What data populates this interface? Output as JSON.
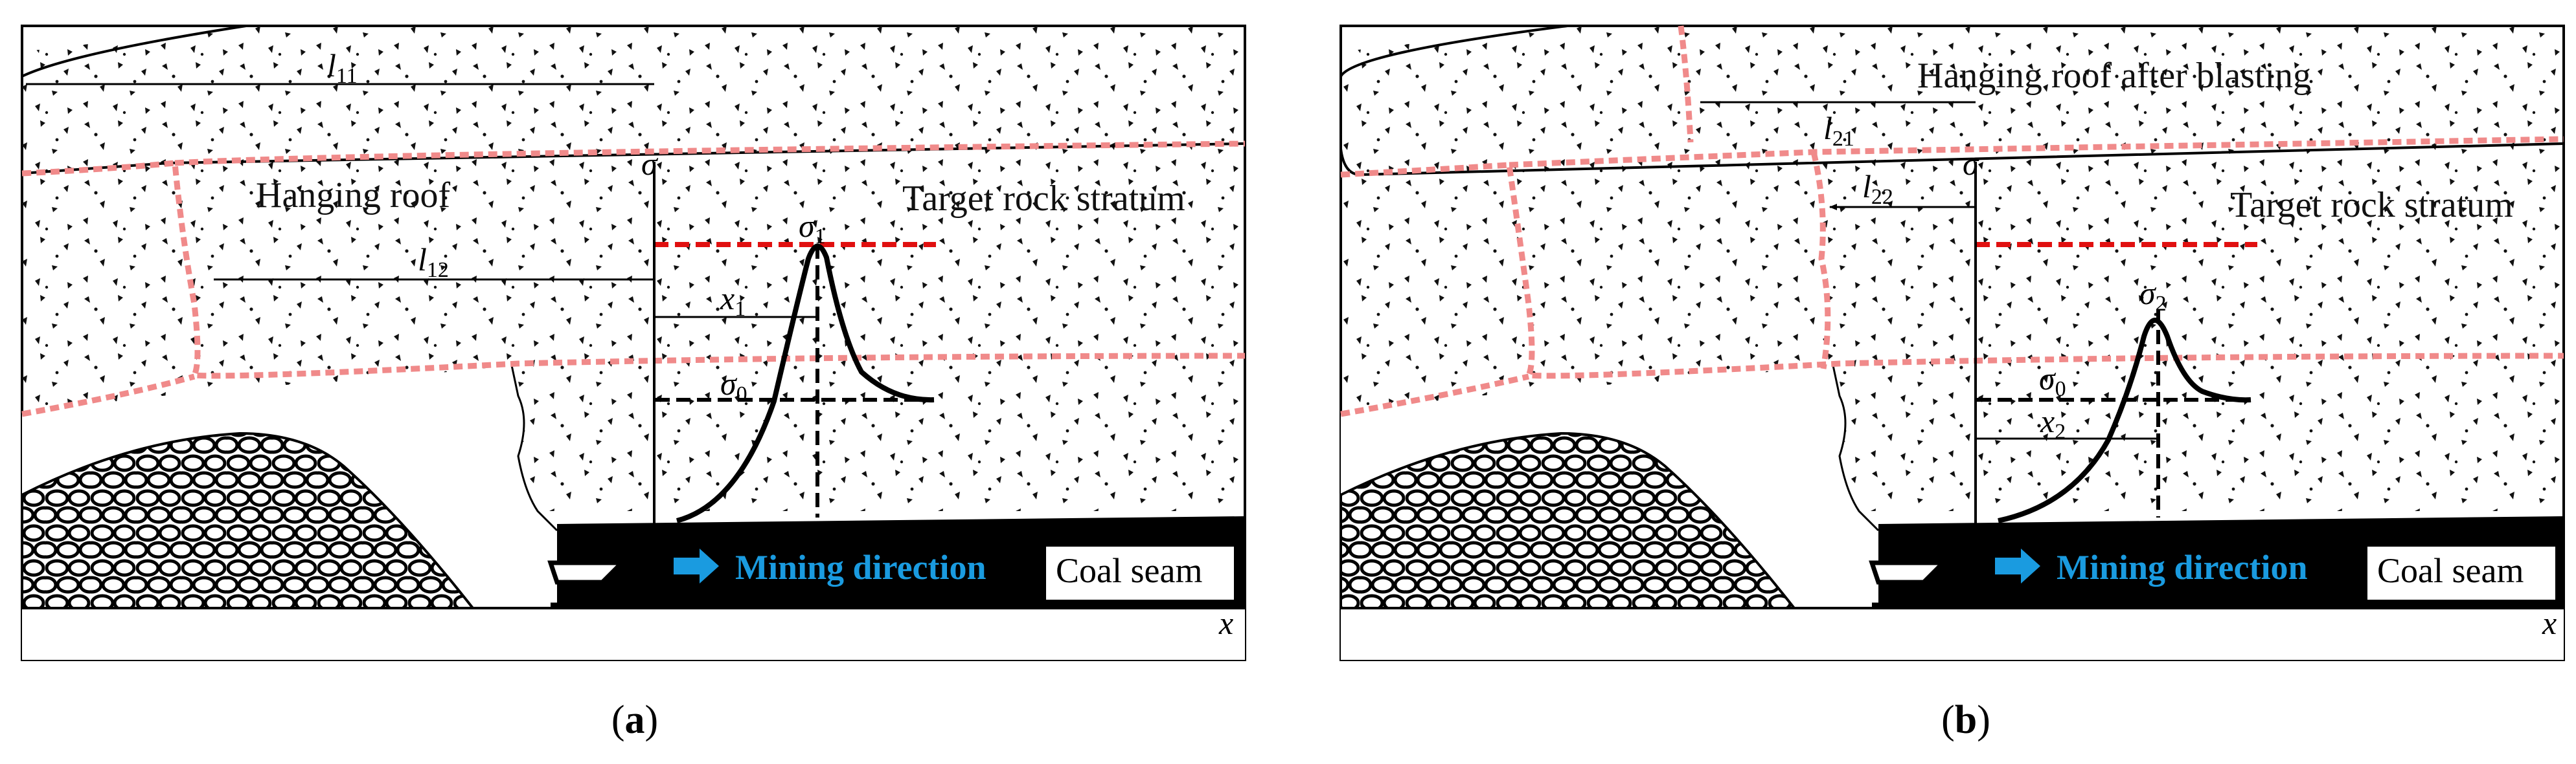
{
  "panels": [
    {
      "id": "a",
      "caption": "a",
      "labels": {
        "hanging_roof": "Hanging roof",
        "target_rock": "Target rock stratum",
        "mining_direction": "Mining direction",
        "coal_seam": "Coal seam",
        "sigma_axis": "σ",
        "x_axis": "x",
        "peak": {
          "base": "σ",
          "sub": "1"
        },
        "baseline": {
          "base": "σ",
          "sub": "0"
        },
        "span_upper": {
          "base": "l",
          "sub": "11"
        },
        "span_lower": {
          "base": "l",
          "sub": "12"
        },
        "peak_dist": {
          "base": "x",
          "sub": "1"
        }
      }
    },
    {
      "id": "b",
      "caption": "b",
      "labels": {
        "hanging_roof": "Hanging roof after blasting",
        "target_rock": "Target rock stratum",
        "mining_direction": "Mining direction",
        "coal_seam": "Coal seam",
        "sigma_axis": "σ",
        "x_axis": "x",
        "peak": {
          "base": "σ",
          "sub": "2"
        },
        "baseline": {
          "base": "σ",
          "sub": "0"
        },
        "span_upper": {
          "base": "l",
          "sub": "21"
        },
        "span_lower": {
          "base": "l",
          "sub": "22"
        },
        "peak_dist": {
          "base": "x",
          "sub": "2"
        }
      }
    }
  ],
  "colors": {
    "fracture_line": "#f08a8a",
    "reference_line": "#e01010",
    "mining_arrow": "#1a9be0",
    "mining_text": "#1a9be0",
    "coal": "#000000"
  }
}
